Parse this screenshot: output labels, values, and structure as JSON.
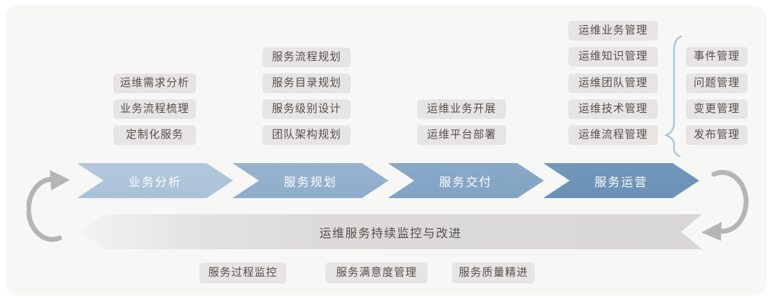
{
  "flow": {
    "stages": [
      {
        "label": "业务分析",
        "color": "#aec5da",
        "items": [
          "运维需求分析",
          "业务流程梳理",
          "定制化服务"
        ]
      },
      {
        "label": "服务规划",
        "color": "#93b1cd",
        "items": [
          "服务流程规划",
          "服务目录规划",
          "服务级别设计",
          "团队架构规划"
        ]
      },
      {
        "label": "服务交付",
        "color": "#84a7c6",
        "items": [
          "运维业务开展",
          "运维平台部署"
        ]
      },
      {
        "label": "服务运营",
        "color": "#6d93b8",
        "items": [
          "运维业务管理",
          "运维知识管理",
          "运维团队管理",
          "运维技术管理",
          "运维流程管理"
        ]
      }
    ]
  },
  "process_group": {
    "items": [
      "事件管理",
      "问题管理",
      "变更管理",
      "发布管理"
    ]
  },
  "feedback_band": {
    "label": "运维服务持续监控与改进"
  },
  "monitoring": {
    "items": [
      "服务过程监控",
      "服务满意度管理",
      "服务质量精进"
    ]
  },
  "colors": {
    "stage_1": "#aec5da",
    "stage_2": "#93b1cd",
    "stage_3": "#84a7c6",
    "stage_4": "#6d93b8",
    "band_start": "#f4f4f3",
    "band_end": "#d8d7d6",
    "tag_background": "#e6e5e3",
    "tag_text": "#56504b",
    "cycle_arrow": "#b5b5b5",
    "brace": "#a5c3de",
    "card_background": "#f7f7f6"
  }
}
